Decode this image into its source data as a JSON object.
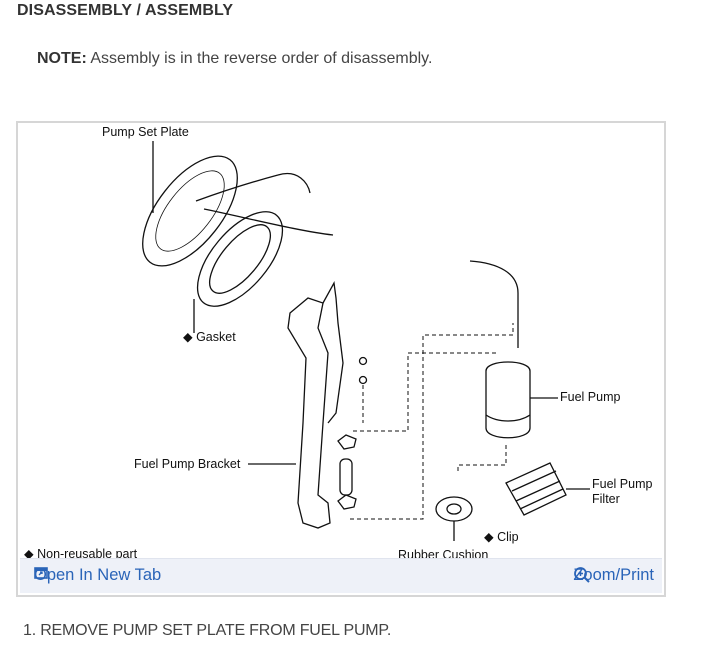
{
  "section": {
    "title": "DISASSEMBLY / ASSEMBLY"
  },
  "note": {
    "label": "NOTE:",
    "text": " Assembly is in the reverse order of disassembly."
  },
  "figure": {
    "labels": {
      "pump_set_plate": "Pump Set Plate",
      "gasket": "◆ Gasket",
      "fuel_pump": "Fuel Pump",
      "fuel_pump_bracket": "Fuel Pump Bracket",
      "fuel_pump_filter_line1": "Fuel Pump",
      "fuel_pump_filter_line2": "Filter",
      "clip": "◆ Clip",
      "rubber_cushion": "Rubber Cushion",
      "non_reusable": "◆ Non-reusable part"
    },
    "toolbar": {
      "open_new_tab": "Open In New Tab",
      "zoom_print": "Zoom/Print"
    }
  },
  "steps": [
    {
      "text": "1. REMOVE PUMP SET PLATE FROM FUEL PUMP."
    }
  ],
  "colors": {
    "link": "#2a64b8",
    "toolbar_bg": "#eef1f8",
    "border": "#d6d6d6"
  }
}
